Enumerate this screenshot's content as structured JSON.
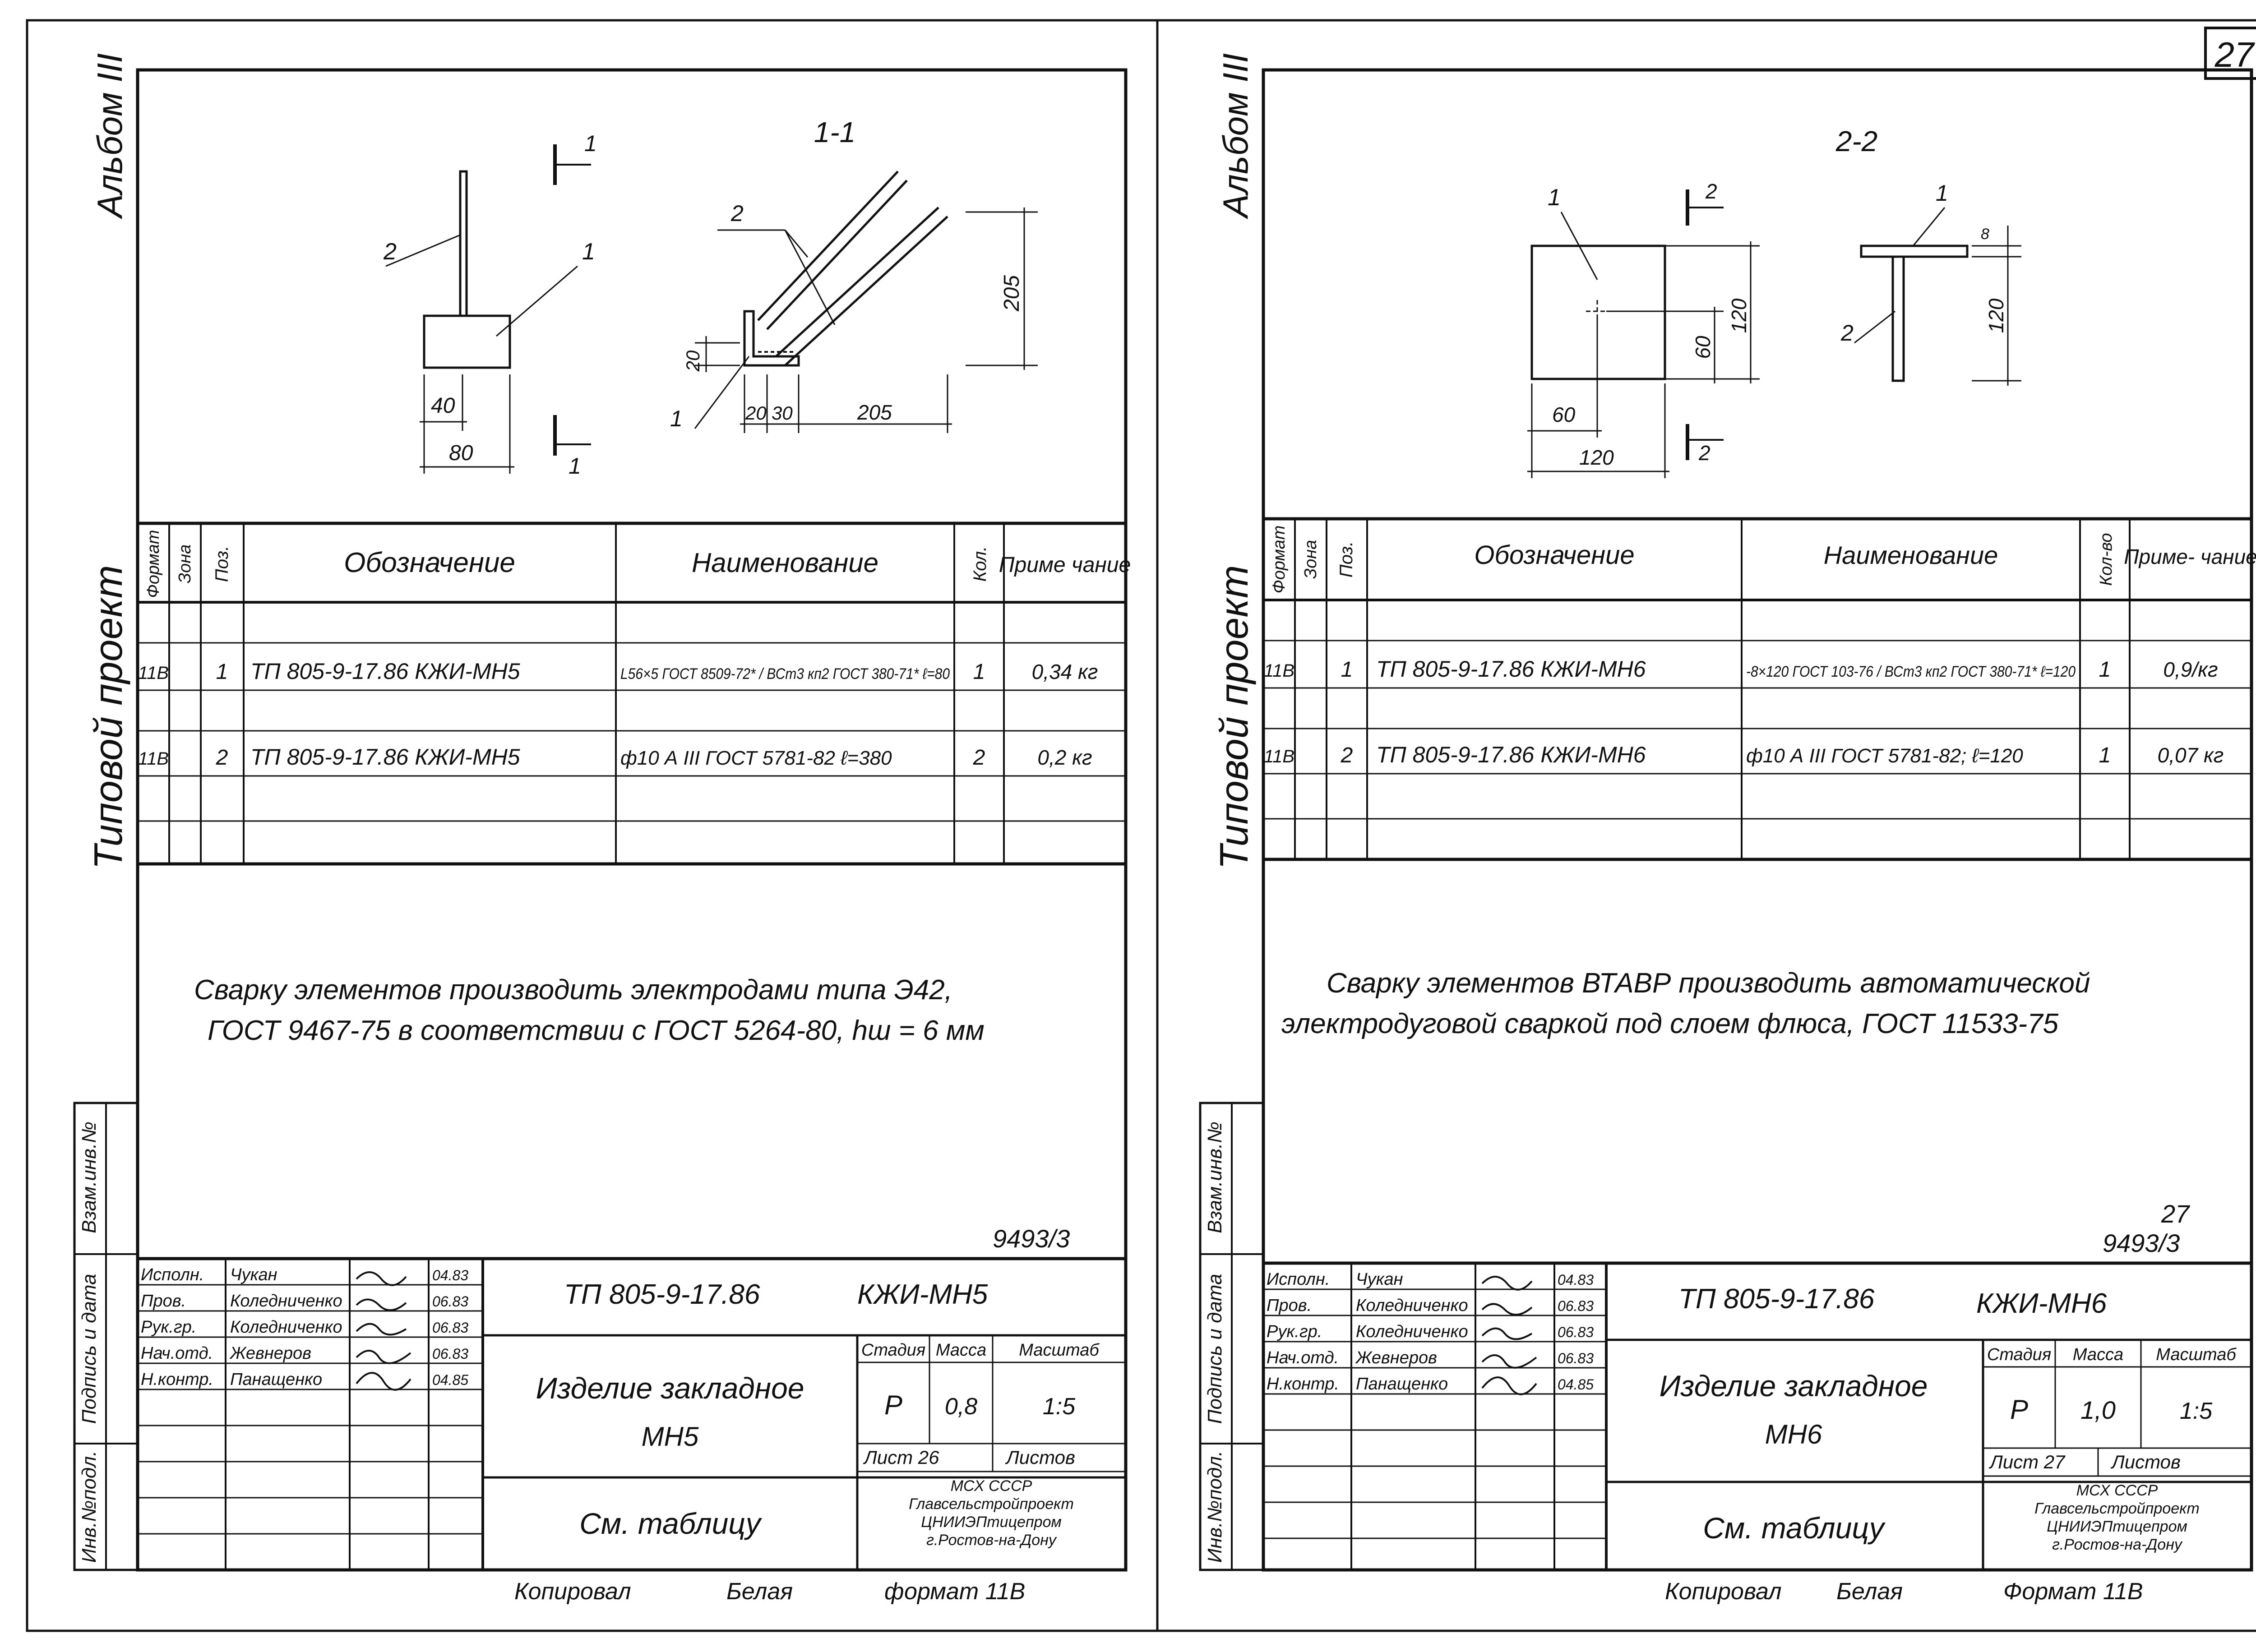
{
  "page_number": "27",
  "sheets": [
    {
      "album": "Альбом III",
      "project": "Типовой проект",
      "section_title": "1-1",
      "drawing": {
        "leader_1": "1",
        "leader_2": "2",
        "cut_1a": "1",
        "cut_1b": "1",
        "dim_40": "40",
        "dim_80": "80",
        "dim_20": "20",
        "dim_20b": "20",
        "dim_30": "30",
        "dim_205h": "205",
        "dim_205v": "205",
        "sec_leader_1": "1",
        "sec_leader_2": "2"
      },
      "table": {
        "headers": {
          "format": "Формат",
          "zone": "Зона",
          "pos": "Поз.",
          "designation": "Обозначение",
          "name": "Наименование",
          "qty": "Кол.",
          "note": "Приме чание"
        },
        "rows": [
          {
            "format": "11В",
            "pos": "1",
            "designation": "ТП 805-9-17.86 КЖИ-МН5",
            "name": "L56×5  ГОСТ 8509-72* / ВСт3 кп2 ГОСТ 380-71*  ℓ=80",
            "qty": "1",
            "note": "0,34 кг"
          },
          {
            "format": "11В",
            "pos": "2",
            "designation": "ТП 805-9-17.86 КЖИ-МН5",
            "name": "ф10 А III ГОСТ 5781-82 ℓ=380",
            "qty": "2",
            "note": "0,2 кг"
          }
        ]
      },
      "note_lines": [
        "Сварку элементов производить электродами типа Э42,",
        "ГОСТ 9467-75 в соответствии с ГОСТ 5264-80, hш = 6 мм"
      ],
      "archive_number": "9493/3",
      "side_labels": {
        "inv_orig": "Инв.№подл.",
        "sign_date": "Подпись и дата",
        "vzam_inv": "Взам.инв.№"
      },
      "title_block": {
        "people": [
          {
            "role": "Исполн.",
            "name": "Чукан",
            "date": "04.83"
          },
          {
            "role": "Пров.",
            "name": "Коледниченко",
            "date": "06.83"
          },
          {
            "role": "Рук.гр.",
            "name": "Коледниченко",
            "date": "06.83"
          },
          {
            "role": "Нач.отд.",
            "name": "Жевнеров",
            "date": "06.83"
          },
          {
            "role": "Н.контр.",
            "name": "Панащенко",
            "date": "04.85"
          }
        ],
        "code": "ТП 805-9-17.86",
        "code_suffix": "КЖИ-МН5",
        "item_line1": "Изделие закладное",
        "item_line2": "МН5",
        "see_table": "См. таблицу",
        "stage_h": "Стадия",
        "mass_h": "Масса",
        "scale_h": "Масштаб",
        "stage": "Р",
        "mass": "0,8",
        "scale": "1:5",
        "sheet": "Лист 26",
        "sheets": "Листов",
        "org": [
          "МСХ СССР",
          "Главсельстройпроект",
          "ЦНИИЭПтицепром",
          "г.Ростов-на-Дону"
        ]
      },
      "footer": {
        "copied": "Копировал",
        "belaya": "Белая",
        "format": "формат 11В"
      }
    },
    {
      "album": "Альбом III",
      "project": "Типовой проект",
      "section_title": "2-2",
      "drawing": {
        "leader_1": "1",
        "leader_2": "2",
        "cut_2a": "2",
        "cut_2b": "2",
        "dim_60v": "60",
        "dim_120v": "120",
        "dim_60h": "60",
        "dim_120h": "120",
        "dim_8": "8",
        "dim_120s": "120"
      },
      "table": {
        "headers": {
          "format": "Формат",
          "zone": "Зона",
          "pos": "Поз.",
          "designation": "Обозначение",
          "name": "Наименование",
          "qty": "Кол-во",
          "note": "Приме- чание"
        },
        "rows": [
          {
            "format": "11В",
            "pos": "1",
            "designation": "ТП 805-9-17.86 КЖИ-МН6",
            "name": "-8×120  ГОСТ 103-76 / ВСт3 кп2 ГОСТ 380-71*  ℓ=120",
            "qty": "1",
            "note": "0,9/кг"
          },
          {
            "format": "11В",
            "pos": "2",
            "designation": "ТП 805-9-17.86 КЖИ-МН6",
            "name": "ф10 А III ГОСТ 5781-82; ℓ=120",
            "qty": "1",
            "note": "0,07 кг"
          }
        ]
      },
      "note_lines": [
        "Сварку элементов ВТАВР производить автоматической",
        "электродуговой сваркой под слоем флюса, ГОСТ 11533-75"
      ],
      "archive_number": "9493/3",
      "archive_sheet": "27",
      "side_labels": {
        "inv_orig": "Инв.№подл.",
        "sign_date": "Подпись и дата",
        "vzam_inv": "Взам.инв.№"
      },
      "title_block": {
        "people": [
          {
            "role": "Исполн.",
            "name": "Чукан",
            "date": "04.83"
          },
          {
            "role": "Пров.",
            "name": "Коледниченко",
            "date": "06.83"
          },
          {
            "role": "Рук.гр.",
            "name": "Коледниченко",
            "date": "06.83"
          },
          {
            "role": "Нач.отд.",
            "name": "Жевнеров",
            "date": "06.83"
          },
          {
            "role": "Н.контр.",
            "name": "Панащенко",
            "date": "04.85"
          }
        ],
        "code": "ТП 805-9-17.86",
        "code_suffix": "КЖИ-МН6",
        "item_line1": "Изделие закладное",
        "item_line2": "МН6",
        "see_table": "См. таблицу",
        "stage_h": "Стадия",
        "mass_h": "Масса",
        "scale_h": "Масштаб",
        "stage": "Р",
        "mass": "1,0",
        "scale": "1:5",
        "sheet": "Лист 27",
        "sheets": "Листов",
        "org": [
          "МСХ СССР",
          "Главсельстройпроект",
          "ЦНИИЭПтицепром",
          "г.Ростов-на-Дону"
        ]
      },
      "footer": {
        "copied": "Копировал",
        "belaya": "Белая",
        "format": "Формат 11В"
      }
    }
  ]
}
